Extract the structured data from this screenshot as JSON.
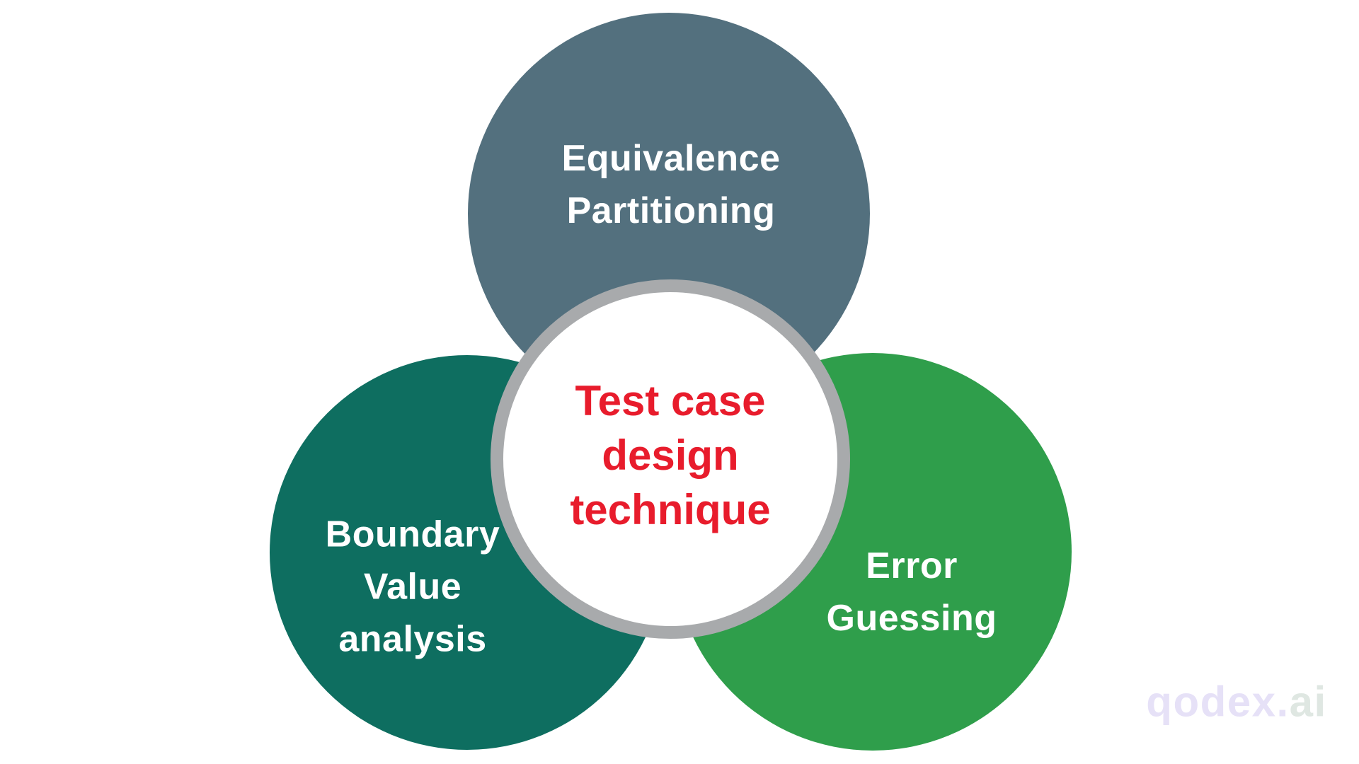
{
  "diagram": {
    "title": "Test case design technique",
    "center_circle": {
      "label": "Test case design technique",
      "lines": [
        "Test case",
        "design",
        "technique"
      ],
      "text_color": "#E81C2C",
      "fill_color": "#FFFFFF",
      "ring_color": "#A8AAAC"
    },
    "top_circle": {
      "label": "Equivalence Partitioning",
      "lines": [
        "Equivalence",
        "Partitioning"
      ],
      "color": "#53707E",
      "text_color": "#FFFFFF"
    },
    "left_circle": {
      "label": "Boundary Value analysis",
      "lines": [
        "Boundary",
        "Value",
        "analysis"
      ],
      "color": "#0E6E60",
      "text_color": "#FFFFFF"
    },
    "right_circle": {
      "label": "Error Guessing",
      "lines": [
        "Error",
        "Guessing"
      ],
      "color": "#2F9E4B",
      "text_color": "#FFFFFF"
    }
  },
  "watermark": {
    "brand": "qodex.",
    "suffix": "ai",
    "brand_color": "#E6E1F7",
    "suffix_color": "#DFE7E2"
  }
}
